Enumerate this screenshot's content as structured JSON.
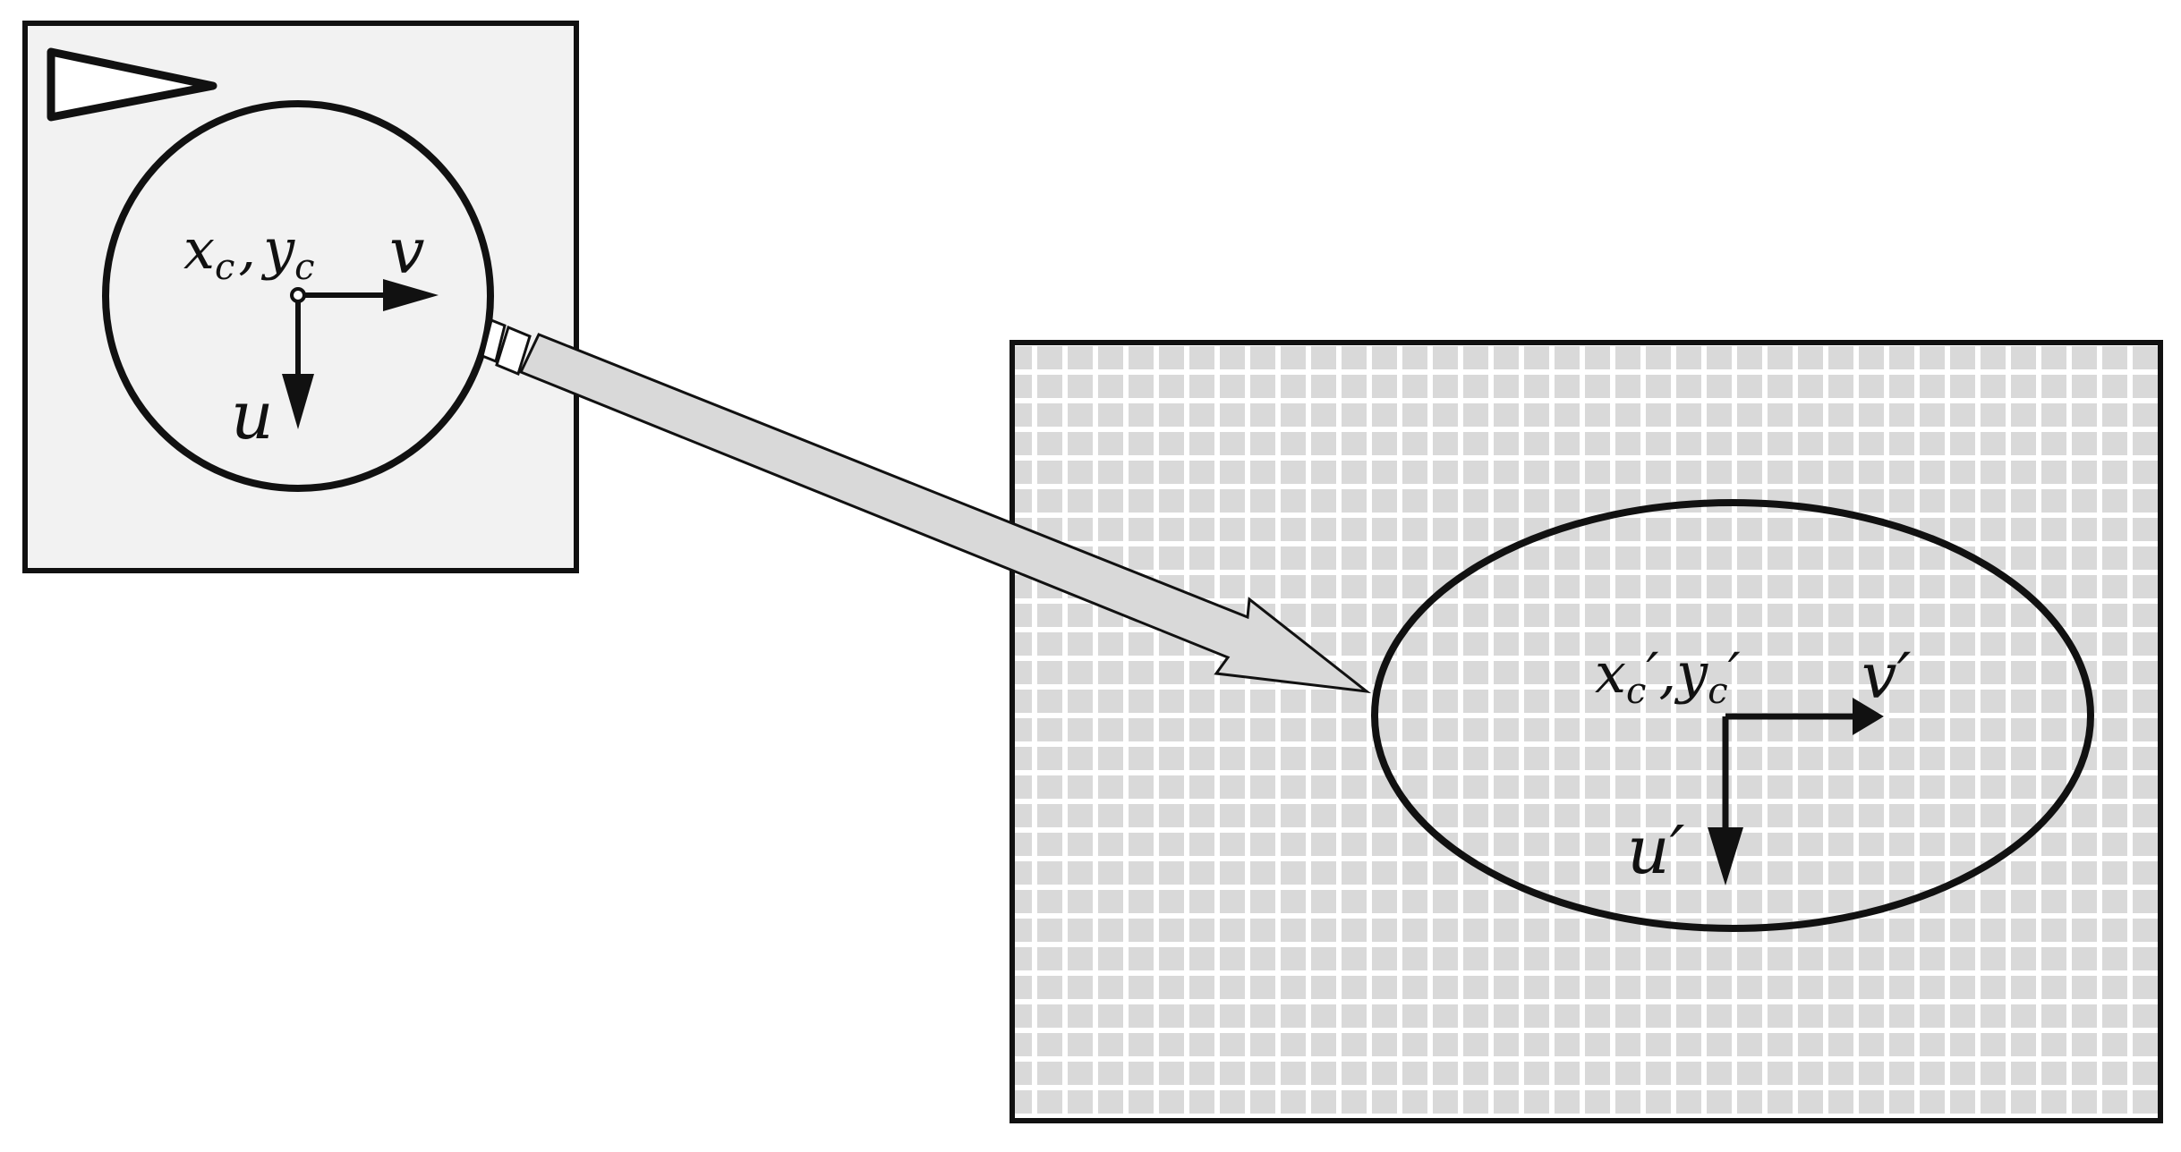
{
  "colors": {
    "stroke": "#111111",
    "source_panel_fill": "#f2f2f2",
    "target_panel_fill": "#ffffff",
    "grid_cell_fill": "#d9d9d9",
    "arrow_fill": "#d9d9d9",
    "background": "#ffffff"
  },
  "source": {
    "center_label": {
      "x": "x",
      "x_sub": "c",
      "sep": ",",
      "y": "y",
      "y_sub": "c"
    },
    "axis_v_label": "v",
    "axis_u_label": "u"
  },
  "target": {
    "center_label": {
      "x": "x",
      "x_sub": "c",
      "x_prime": "′",
      "sep": ",",
      "y": "y",
      "y_sub": "c",
      "y_prime": "′"
    },
    "axis_v_label": "v′",
    "axis_u_label": "u′"
  },
  "icons": {
    "sensor": "triangle-marker-icon",
    "transform_arrow": "block-arrow-icon"
  }
}
